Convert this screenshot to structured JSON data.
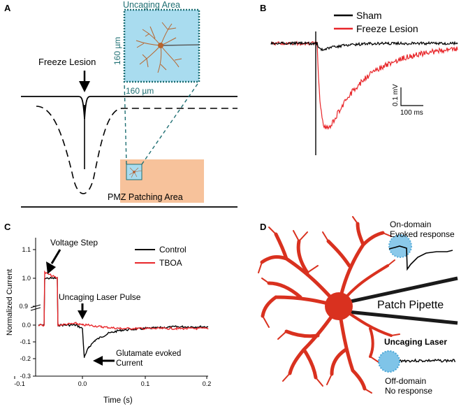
{
  "panels": {
    "a": {
      "letter": "A",
      "uncaging_area": "Uncaging Area",
      "size_vertical": "160 µm",
      "size_horizontal": "160 µm",
      "freeze_lesion": "Freeze Lesion",
      "patching_area": "PMZ Patching Area"
    },
    "b": {
      "letter": "B",
      "legend": [
        "Sham",
        "Freeze Lesion"
      ],
      "scale_v": "0.1 mV",
      "scale_h": "100 ms"
    },
    "c": {
      "letter": "C",
      "voltage_step": "Voltage Step",
      "laser_pulse": "Uncaging Laser Pulse",
      "evoked_line1": "Glutamate evoked",
      "evoked_line2": "Current",
      "legend": [
        "Control",
        "TBOA"
      ]
    },
    "d": {
      "letter": "D",
      "on_domain_1": "On-domain",
      "on_domain_2": "Evoked response",
      "patch_pipette": "Patch Pipette",
      "uncaging_laser": "Uncaging Laser",
      "off_domain_1": "Off-domain",
      "off_domain_2": "No response"
    }
  },
  "colors": {
    "red": "#e8262a",
    "black": "#000000",
    "teal": "#1f6f73",
    "cyan": "#a9dcef",
    "orange": "#f7c29b",
    "neuron": "#d9311f",
    "blue_text": "#1a9ad6"
  },
  "chart_data": {
    "type": "line",
    "ylabel": "Normalized Current",
    "xlabel": "Time (s)",
    "y_ticks": [
      "1.1",
      "1.0",
      "0.9",
      "0.0",
      "-0.1",
      "-0.2",
      "-0.3"
    ],
    "x_ticks": [
      "-0.1",
      "0.0",
      "0.1",
      "0.2"
    ],
    "xlim": [
      -0.07,
      0.2
    ],
    "series": [
      {
        "name": "Control",
        "color": "#000000",
        "x": [
          -0.07,
          -0.061,
          -0.06,
          -0.04,
          -0.039,
          -0.01,
          0.0,
          0.003,
          0.01,
          0.02,
          0.04,
          0.06,
          0.1,
          0.15,
          0.2
        ],
        "y": [
          0.0,
          0.0,
          1.0,
          1.0,
          0.0,
          0.0,
          -0.02,
          -0.19,
          -0.13,
          -0.09,
          -0.05,
          -0.03,
          -0.02,
          -0.01,
          -0.01
        ]
      },
      {
        "name": "TBOA",
        "color": "#e8262a",
        "x": [
          -0.07,
          -0.061,
          -0.06,
          -0.04,
          -0.039,
          -0.01,
          0.0,
          0.01,
          0.03,
          0.06,
          0.1,
          0.15,
          0.2
        ],
        "y": [
          0.0,
          0.0,
          1.02,
          1.0,
          0.0,
          0.01,
          0.0,
          0.0,
          -0.01,
          -0.02,
          -0.02,
          -0.02,
          -0.02
        ]
      }
    ]
  }
}
